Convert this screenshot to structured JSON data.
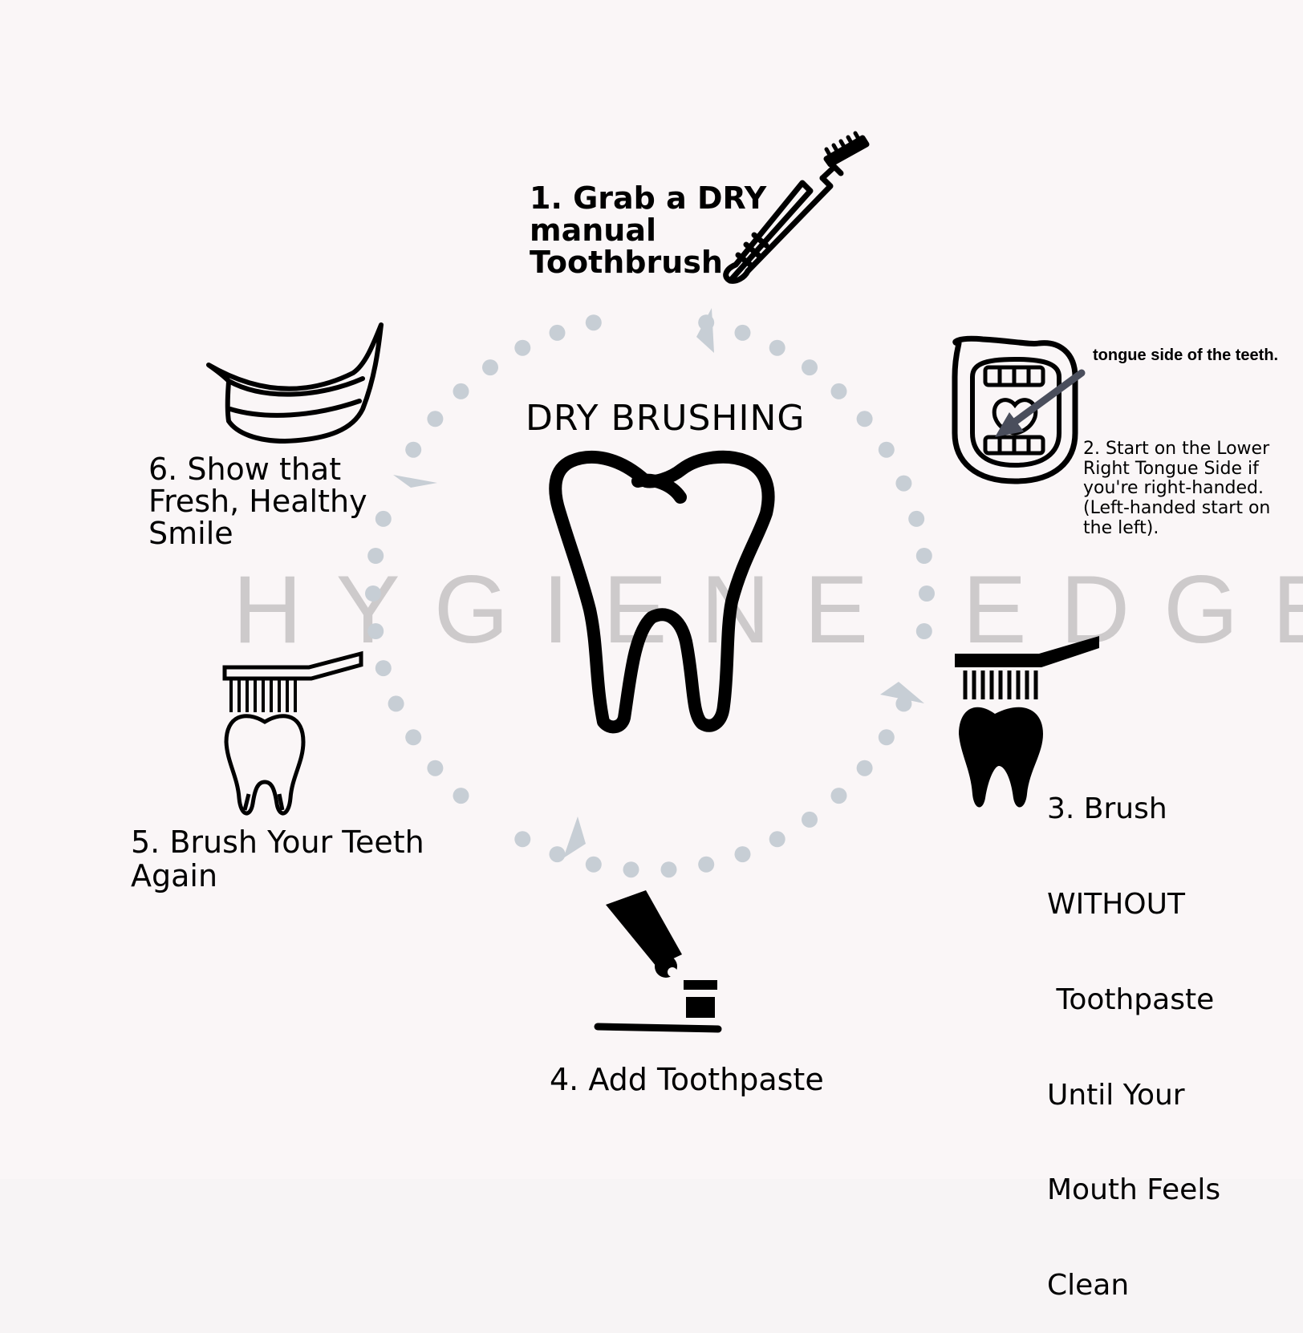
{
  "title": "DRY BRUSHING",
  "watermark": "HYGIENE EDGE",
  "steps": {
    "step1": {
      "line1": "1.  Grab a DRY",
      "line2": "manual",
      "line3": "Toothbrush"
    },
    "step2": {
      "note": "tongue side of the teeth.",
      "line1": "2. Start on the Lower",
      "line2": "Right Tongue Side if",
      "line3": "you're right-handed.",
      "line4": "(Left-handed start on",
      "line5": "the left)."
    },
    "step3": {
      "line1": "3. Brush",
      "line2": "WITHOUT",
      "line3": " Toothpaste",
      "line4": "Until Your",
      "line5": "Mouth Feels",
      "line6": "Clean"
    },
    "step4": {
      "label": "4. Add Toothpaste"
    },
    "step5": {
      "line1": "5. Brush Your Teeth",
      "line2": "Again"
    },
    "step6": {
      "line1": "6. Show that",
      "line2": "Fresh, Healthy",
      "line3": "Smile"
    }
  },
  "colors": {
    "dots": "#c7ced5",
    "arrow": "#4a4e5c",
    "icon": "#000000"
  },
  "icons": [
    "toothbrush-icon",
    "open-mouth-icon",
    "brush-tooth-icon",
    "toothpaste-icon",
    "tooth-brush-outline-icon",
    "smile-icon",
    "tooth-icon"
  ]
}
